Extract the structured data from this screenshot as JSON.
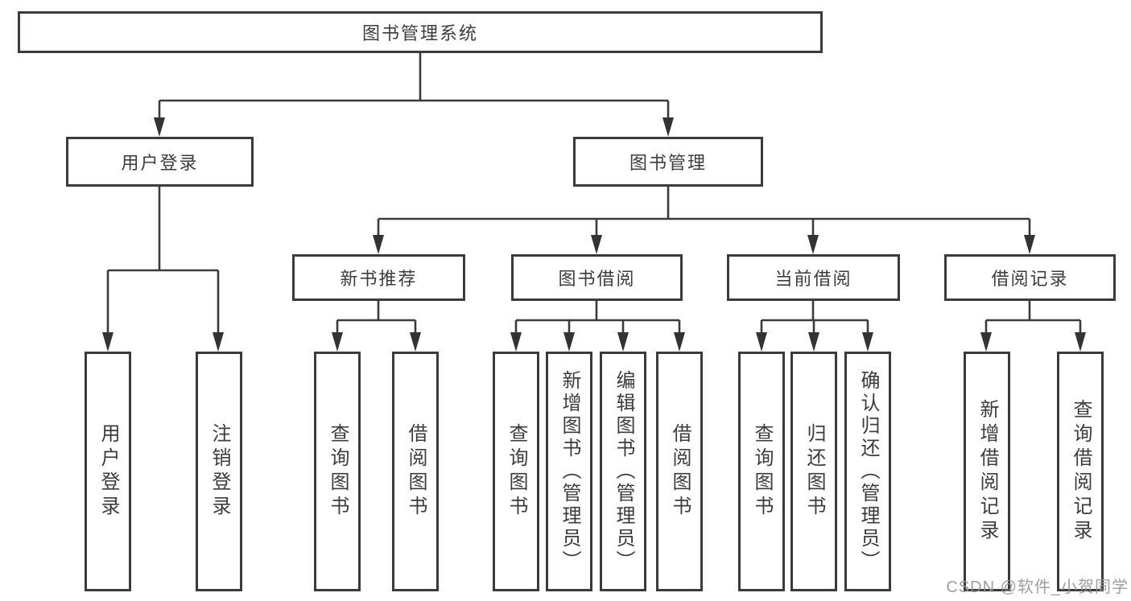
{
  "diagram": {
    "title": "图书管理系统",
    "colors": {
      "line": "#3b3b3b",
      "text": "#3c3c3c",
      "background": "#ffffff",
      "watermark": "#949494"
    },
    "nodes": {
      "root": {
        "label": "图书管理系统"
      },
      "user_login": {
        "label": "用户登录"
      },
      "book_mgmt": {
        "label": "图书管理"
      },
      "new_book_rec": {
        "label": "新书推荐"
      },
      "book_borrow": {
        "label": "图书借阅"
      },
      "current_borrow": {
        "label": "当前借阅"
      },
      "borrow_records": {
        "label": "借阅记录"
      },
      "leaf_user_login": {
        "label": "用户登录"
      },
      "leaf_logout": {
        "label": "注销登录"
      },
      "leaf_query_book_1": {
        "label": "查询图书"
      },
      "leaf_borrow_book_1": {
        "label": "借阅图书"
      },
      "leaf_query_book_2": {
        "label": "查询图书"
      },
      "leaf_add_book": {
        "label": "新增图书（管理员）"
      },
      "leaf_edit_book": {
        "label": "编辑图书（管理员）"
      },
      "leaf_borrow_book_2": {
        "label": "借阅图书"
      },
      "leaf_query_book_3": {
        "label": "查询图书"
      },
      "leaf_return_book": {
        "label": "归还图书"
      },
      "leaf_confirm_return": {
        "label": "确认归还（管理员）"
      },
      "leaf_add_borrow_record": {
        "label": "新增借阅记录"
      },
      "leaf_query_borrow_record": {
        "label": "查询借阅记录"
      }
    },
    "watermark": "CSDN @软件_小贺同学"
  }
}
